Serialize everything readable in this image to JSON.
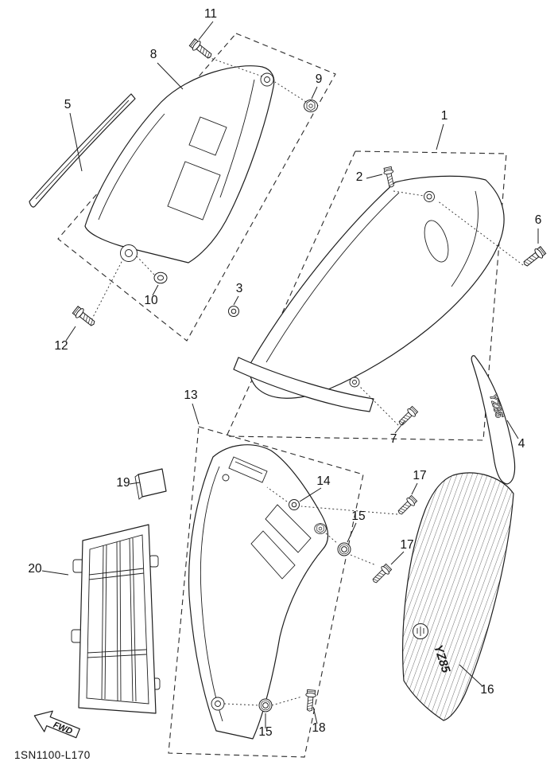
{
  "footer": {
    "part_code": "1SN1100-L170"
  },
  "fwd": {
    "label": "FWD"
  },
  "decals": {
    "yz85_side": "YZ85",
    "yz85_graphic": "YZ85"
  },
  "callouts": {
    "c1": "1",
    "c2": "2",
    "c3": "3",
    "c4": "4",
    "c5": "5",
    "c6": "6",
    "c7": "7",
    "c8": "8",
    "c9": "9",
    "c10": "10",
    "c11": "11",
    "c12": "12",
    "c13": "13",
    "c14": "14",
    "c15a": "15",
    "c15b": "15",
    "c16": "16",
    "c17a": "17",
    "c17b": "17",
    "c18": "18",
    "c19": "19",
    "c20": "20"
  }
}
